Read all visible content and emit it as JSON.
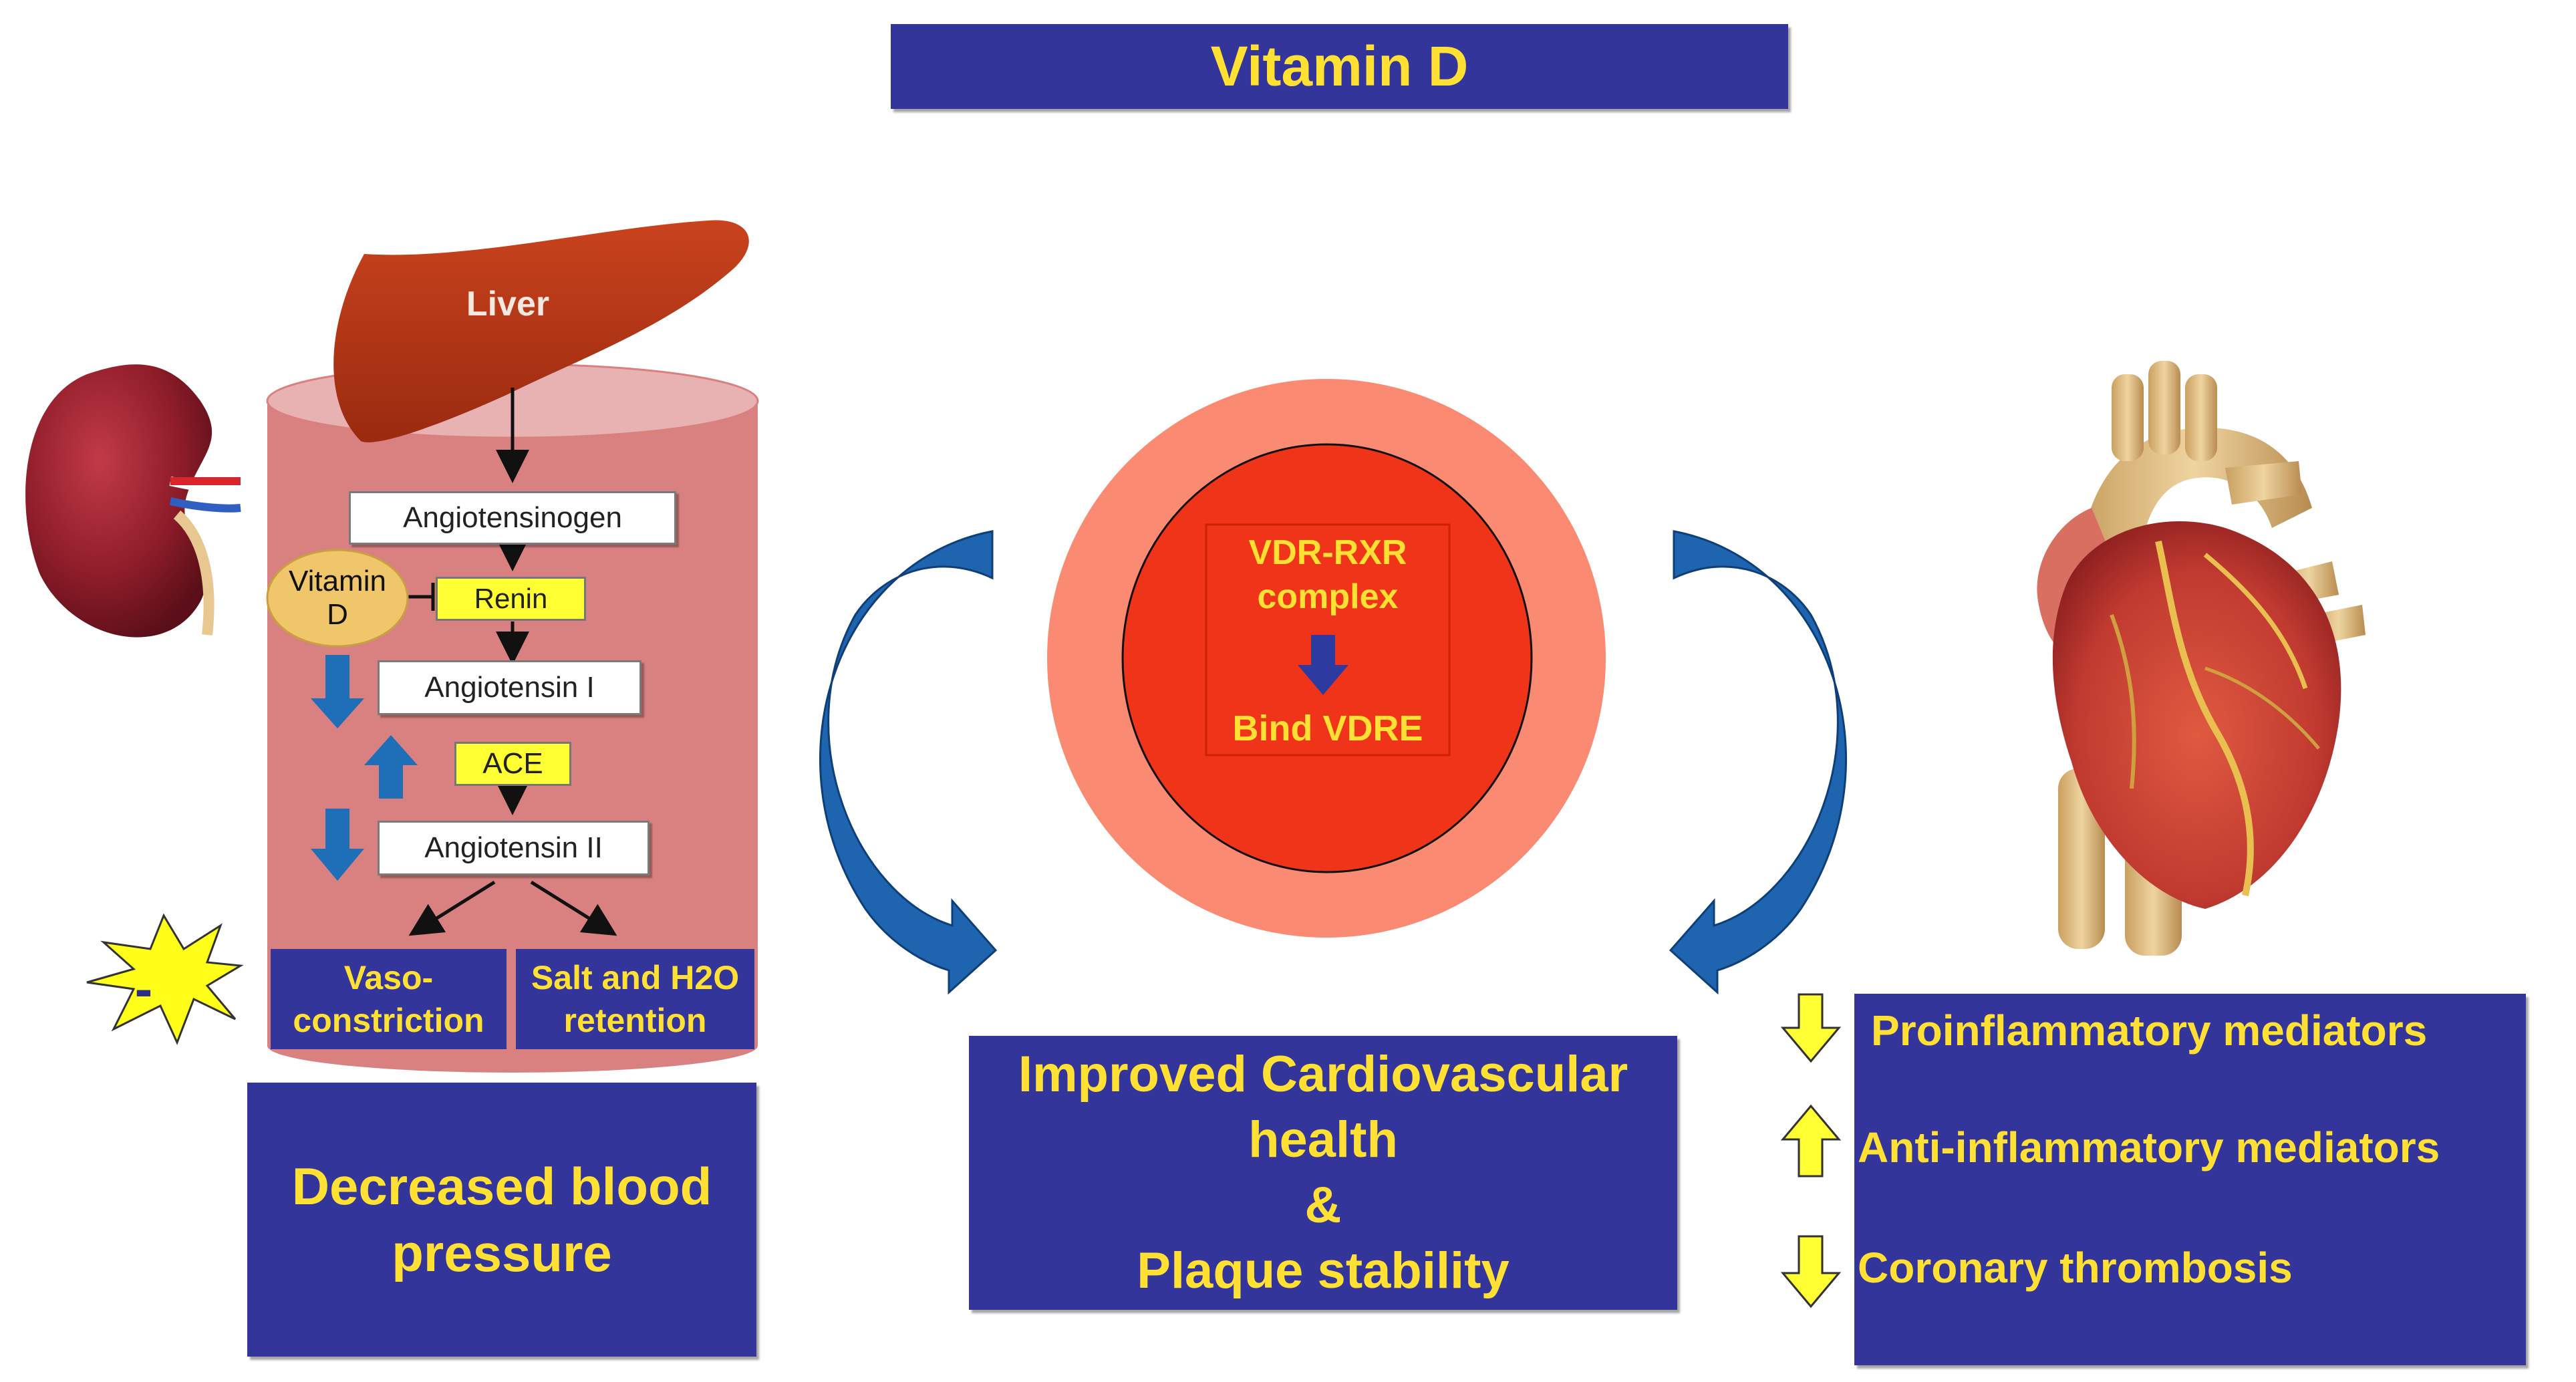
{
  "title": "Vitamin D",
  "kidney": {
    "liver": "Liver",
    "cascade": {
      "angiotensinogen": "Angiotensinogen",
      "vitamin_d_line1": "Vitamin",
      "vitamin_d_line2": "D",
      "renin": "Renin",
      "angiotensin_i": "Angiotensin I",
      "ace": "ACE",
      "angiotensin_ii": "Angiotensin II"
    },
    "outcomes": {
      "vaso_line1": "Vaso-",
      "vaso_line2": "constriction",
      "salt_line1": "Salt and H2O",
      "salt_line2": "retention"
    },
    "minus_sign": "-",
    "result_line1": "Decreased blood",
    "result_line2": "pressure"
  },
  "center": {
    "complex_line1": "VDR-RXR",
    "complex_line2": "complex",
    "bind": "Bind VDRE",
    "result_line1": "Improved Cardiovascular",
    "result_line2": "health",
    "result_line3": "&",
    "result_line4": "Plaque stability"
  },
  "heart": {
    "effects": [
      {
        "direction": "down",
        "label": "Proinflammatory mediators"
      },
      {
        "direction": "up",
        "label": "Anti-inflammatory mediators"
      },
      {
        "direction": "down",
        "label": "Coronary thrombosis"
      }
    ]
  },
  "colors": {
    "navy": "#34359a",
    "yellow_text": "#ffe033",
    "cylinder": "#d98080",
    "liver": "#b83a1a",
    "outer_circle": "#fa8a72",
    "inner_circle": "#f0341a",
    "curved_arrow": "#1e64ae"
  }
}
